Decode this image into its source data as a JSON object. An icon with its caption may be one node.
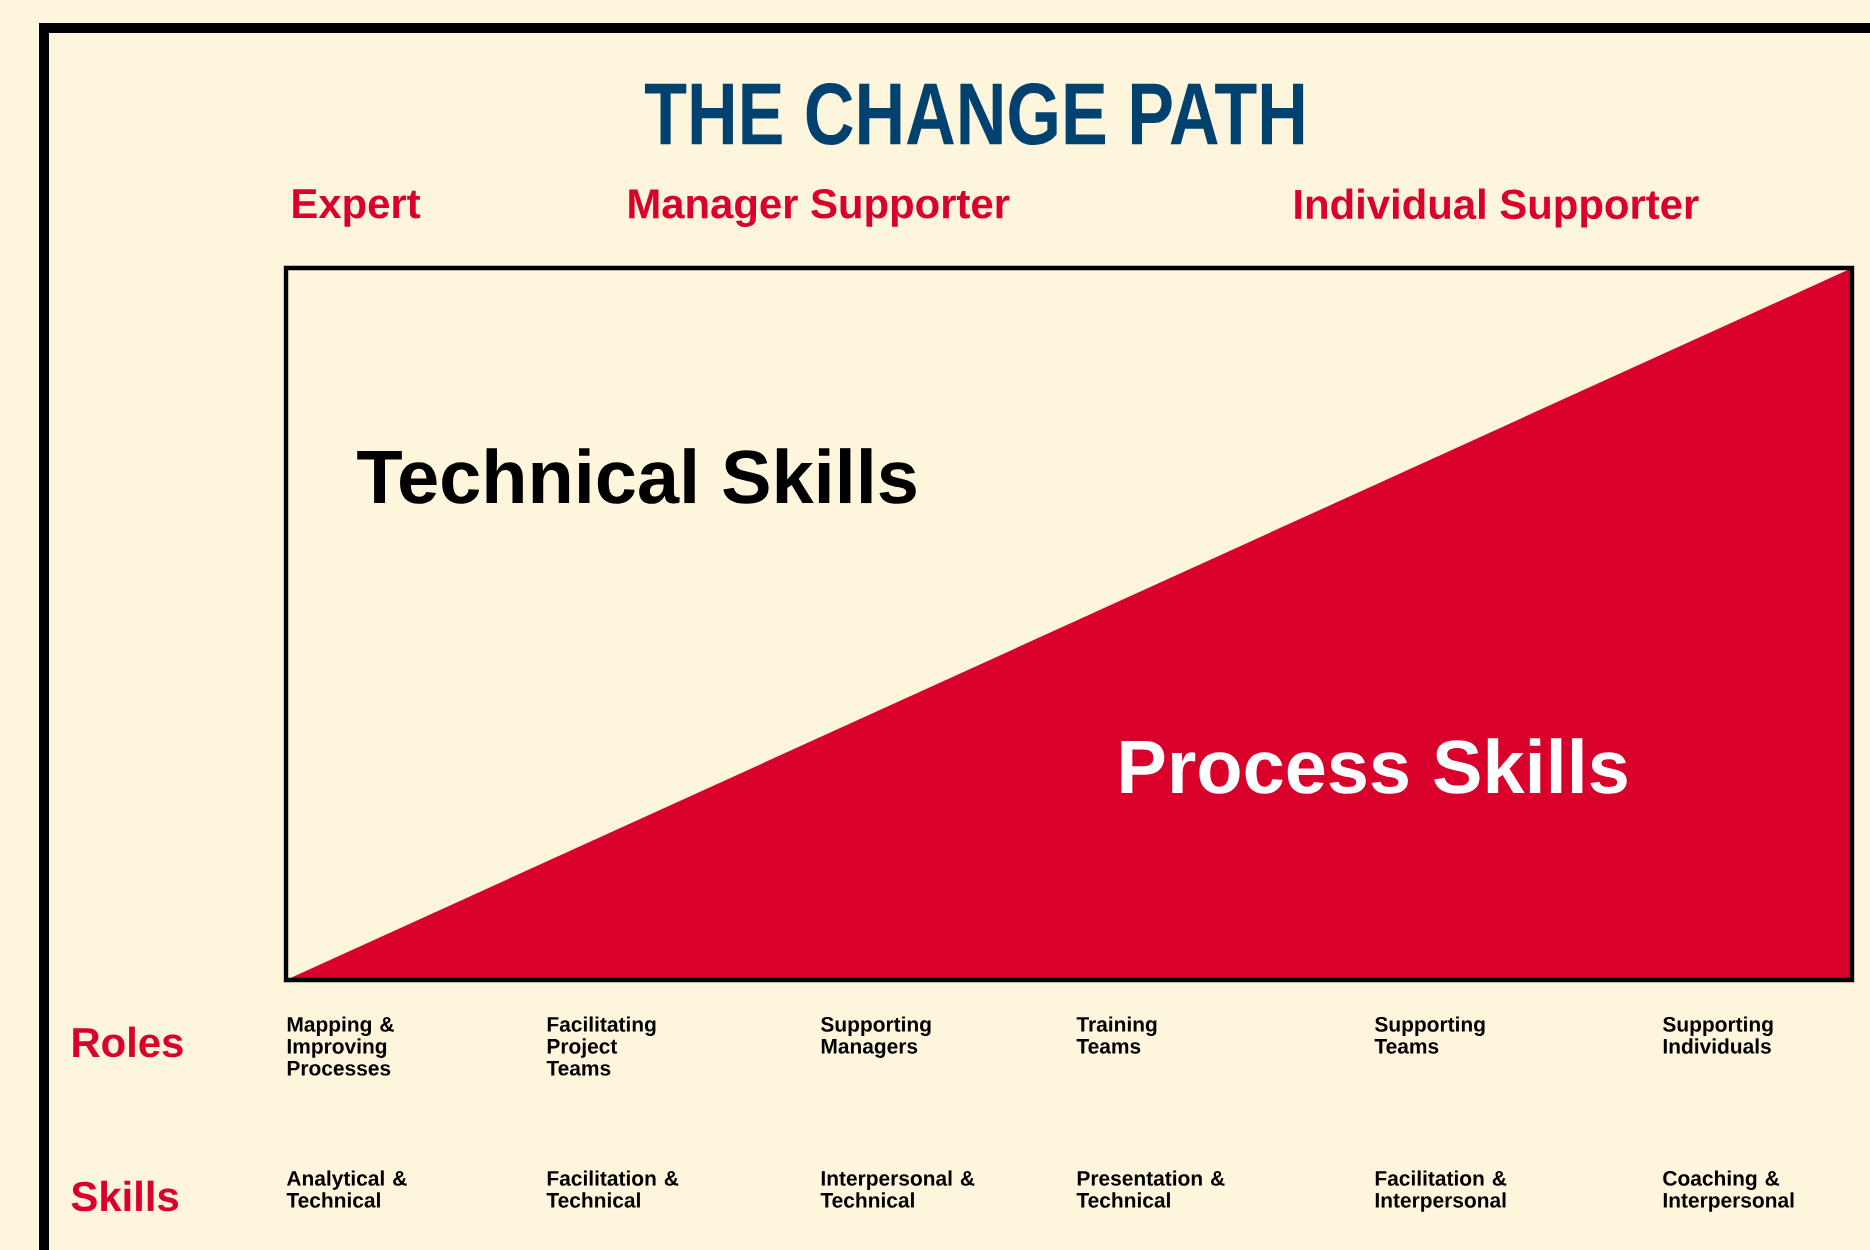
{
  "diagram": {
    "title": "THE CHANGE PATH",
    "nodes": [
      {
        "text": [
          "Technical Skills"
        ]
      },
      {
        "text": [
          "Process Skills"
        ]
      }
    ],
    "labels": [
      "Expert",
      "Manager Supporter",
      "Individual Supporter",
      "Roles",
      "Mapping & Improving Processes",
      "Facilitating Project Teams",
      "Supporting Managers",
      "Training Teams",
      "Supporting Teams",
      "Supporting Individuals",
      "Skills",
      "Analytical & Technical",
      "Facilitation & Technical",
      "Interpersonal & Technical",
      "Presentation & Technical",
      "Facilitation & Interpersonal",
      "Coaching & Interpersonal"
    ]
  }
}
